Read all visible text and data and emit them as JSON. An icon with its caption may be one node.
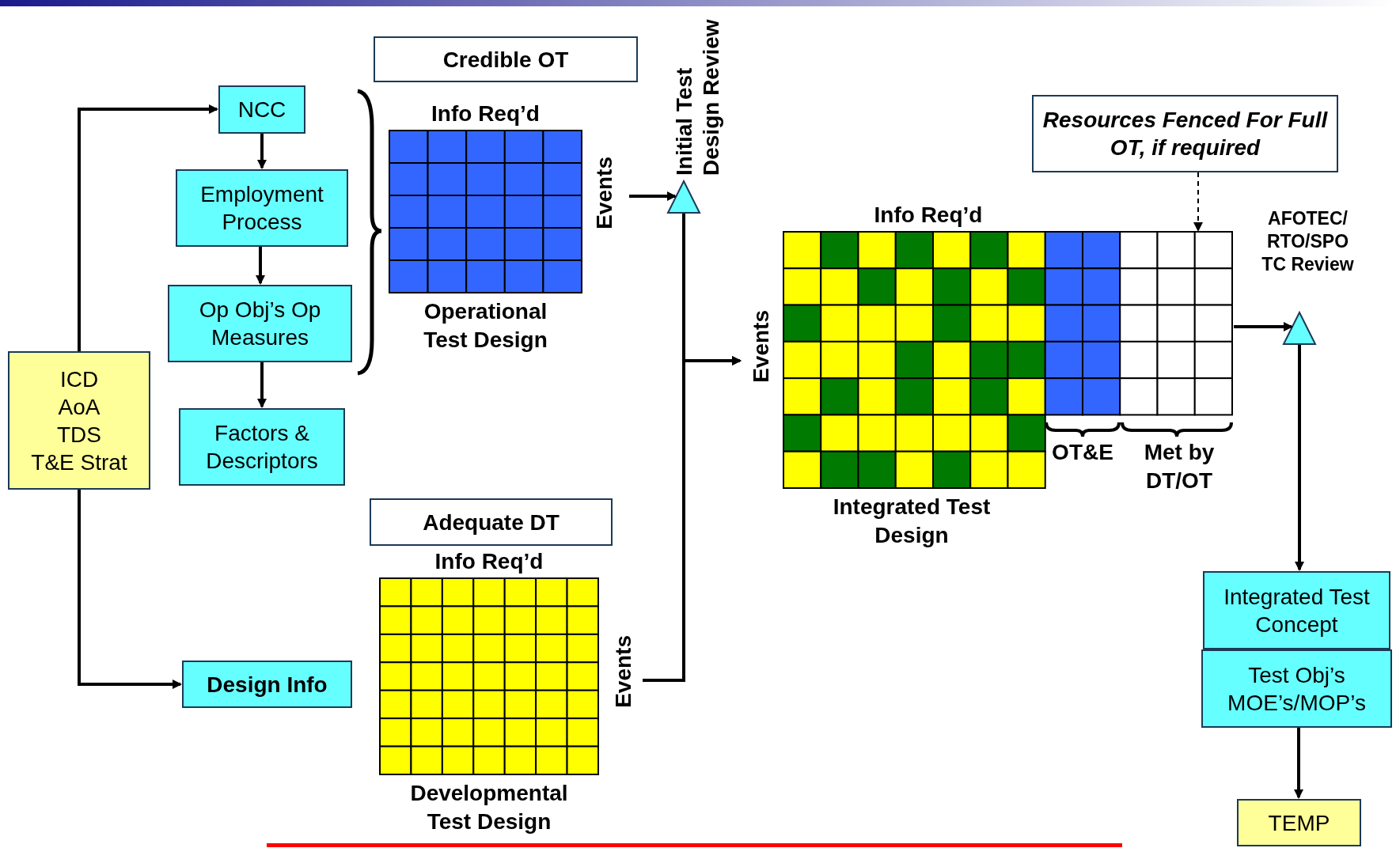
{
  "diagram": {
    "nodes": [
      {
        "text": [
          "NCC"
        ]
      },
      {
        "text": [
          "Employment Process"
        ]
      },
      {
        "text": [
          "Op Obj’s Op Measures"
        ]
      },
      {
        "text": [
          "Factors & Descriptors"
        ]
      },
      {
        "text": [
          "ICD",
          "AoA",
          "TDS",
          "T&E Strat"
        ]
      },
      {
        "text": [
          "Design Info"
        ]
      },
      {
        "text": [
          "Credible OT"
        ]
      },
      {
        "text": [
          "Info Req’d",
          "Operational Test Design"
        ],
        "beside": [
          "Events"
        ]
      },
      {
        "text": [
          "Adequate DT"
        ]
      },
      {
        "text": [
          "Info Req’d",
          "Developmental Test Design"
        ],
        "beside": [
          "Events"
        ]
      },
      {
        "text": [
          "Initial Test Design Review"
        ]
      },
      {
        "text": [
          "Resources Fenced For Full OT, if required"
        ]
      },
      {
        "text": [
          "Info Req’d",
          "Integrated Test Design"
        ],
        "beside": [
          "Events"
        ]
      },
      {
        "text": [
          "AFOTEC/ RTO/SPO TC Review"
        ]
      },
      {
        "text": [
          "Integrated Test Concept"
        ]
      },
      {
        "text": [
          "Test Obj’s MOE’s/MOP’s"
        ]
      },
      {
        "text": [
          "TEMP"
        ]
      }
    ],
    "edges": [
      {
        "from": 4,
        "to": 0,
        "arrow": "to"
      },
      {
        "from": 4,
        "to": 5,
        "arrow": "to"
      },
      {
        "from": 0,
        "to": 1,
        "arrow": "to"
      },
      {
        "from": 1,
        "to": 2,
        "arrow": "to"
      },
      {
        "from": 2,
        "to": 3,
        "arrow": "to"
      },
      {
        "from": 7,
        "to": 10,
        "arrow": "to"
      },
      {
        "from": 10,
        "to": 12,
        "arrow": "to"
      },
      {
        "from": 9,
        "to": 12,
        "arrow": "to"
      },
      {
        "from": 11,
        "to": 12,
        "arrow": "to",
        "style": "dashed"
      },
      {
        "from": 12,
        "to": 13,
        "arrow": "to"
      },
      {
        "from": 13,
        "to": 14,
        "arrow": "to"
      },
      {
        "from": 15,
        "to": 16,
        "arrow": "to"
      }
    ],
    "labels": [
      "OT&E",
      "Met by DT/OT"
    ]
  }
}
